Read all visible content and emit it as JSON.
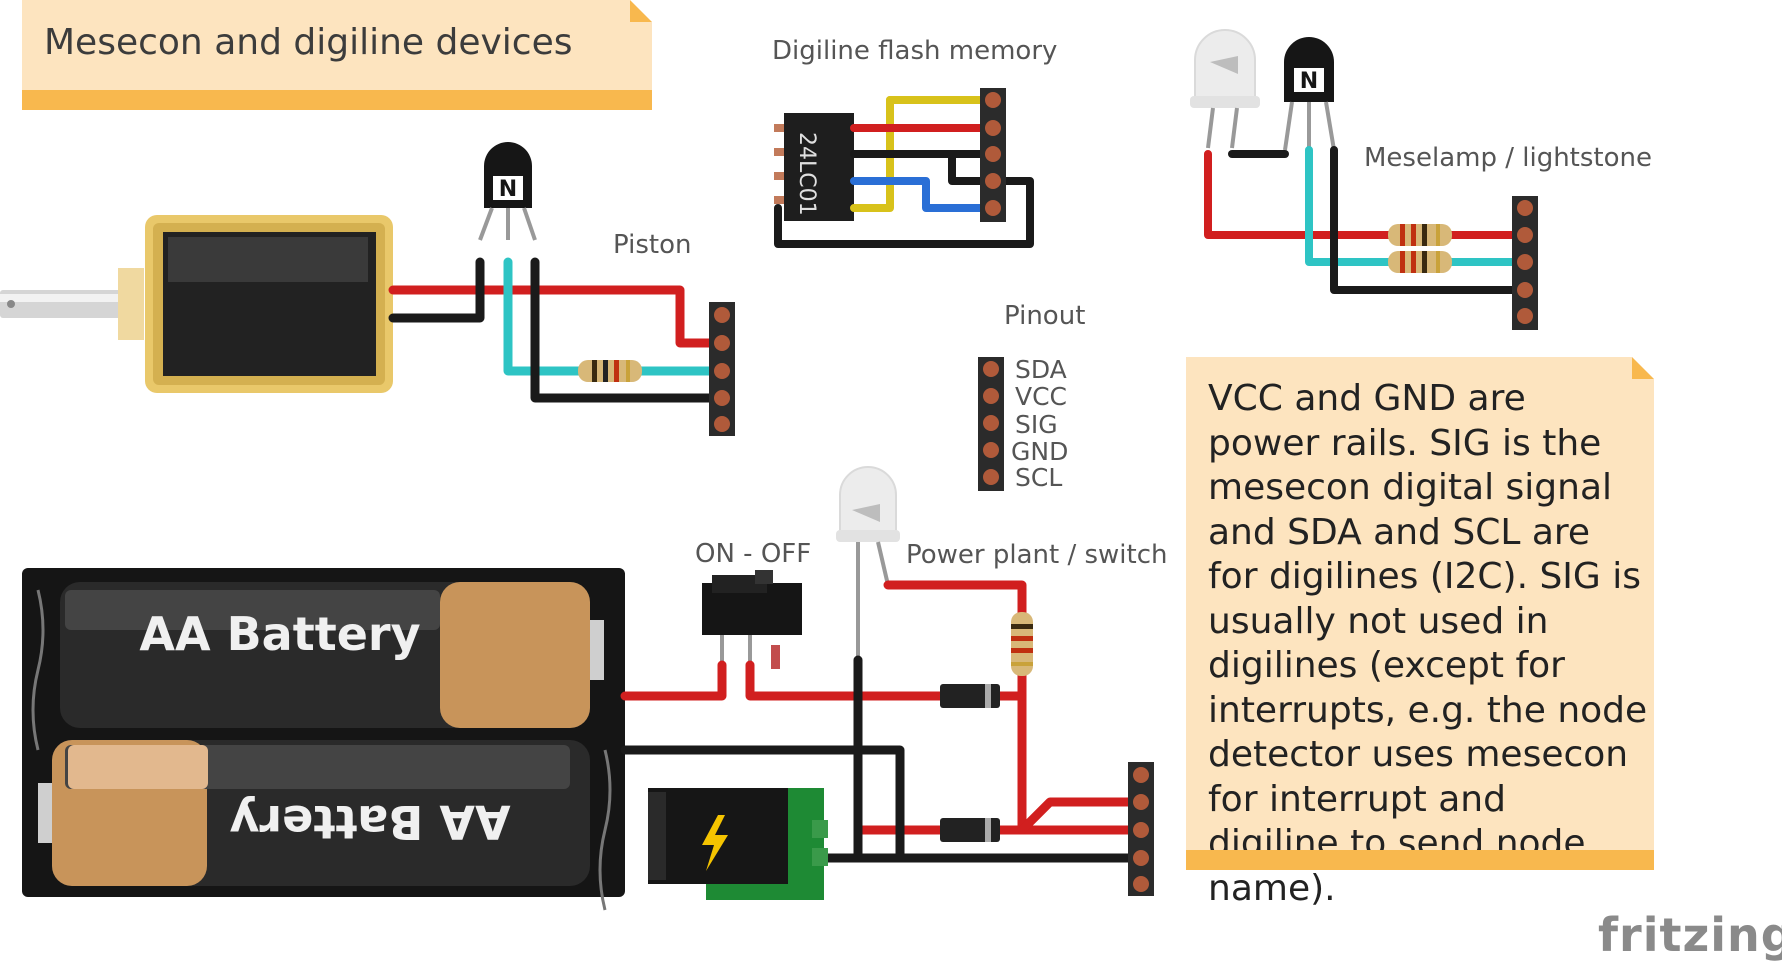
{
  "title": "Mesecon and digiline devices",
  "labels": {
    "flash": "Digiline flash memory",
    "meselamp": "Meselamp / lightstone",
    "piston": "Piston",
    "pinout": "Pinout",
    "onoff": "ON - OFF",
    "power": "Power plant / switch"
  },
  "pinout_pins": [
    "SDA",
    "VCC",
    "SIG",
    "GND",
    "SCL"
  ],
  "chip_label": "24LC01",
  "battery_label_top": "AA Battery",
  "battery_label_bottom": "AA Battery",
  "transistor_mark": "N",
  "note_text": "VCC and GND are power rails. SIG is the mesecon digital signal and SDA and SCL are for digilines (I2C). SIG is usually not used in digilines (except for interrupts, e.g. the node detector uses mesecon for interrupt and digiline to send node name).",
  "brand": "fritzing",
  "colors": {
    "red_wire": "#d11f1f",
    "black_wire": "#1a1a1a",
    "cyan_wire": "#2ec4c4",
    "blue_wire": "#2a6fd6",
    "yellow_wire": "#d8c21a",
    "note_bg": "#fde4bf",
    "note_band": "#f8b84e"
  }
}
